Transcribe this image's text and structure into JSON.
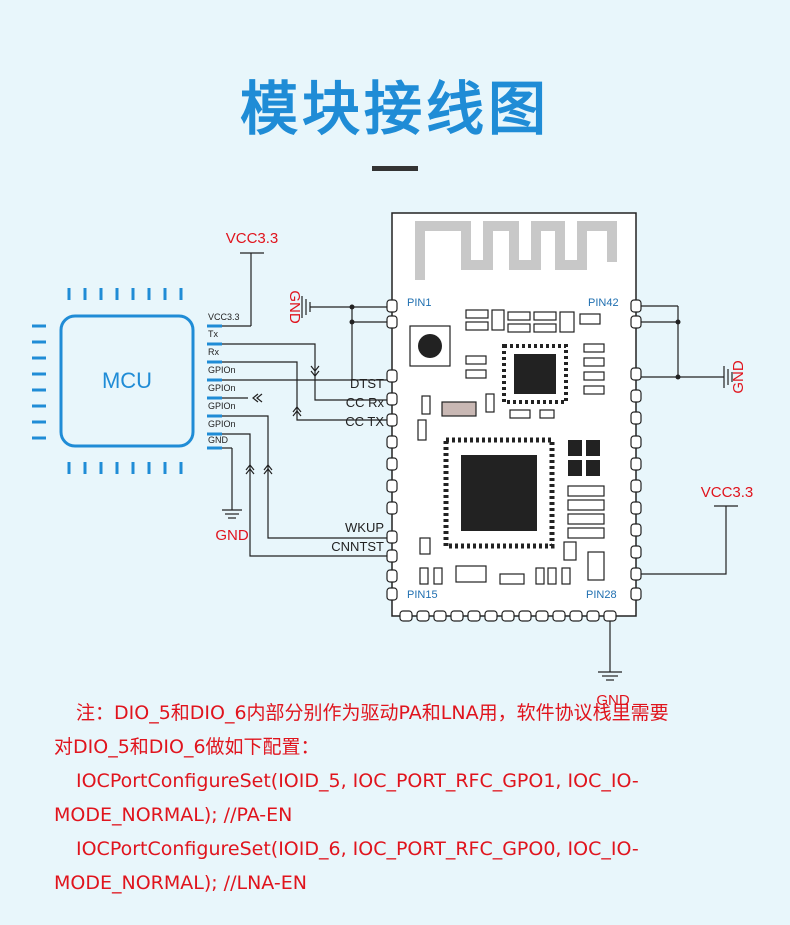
{
  "header": {
    "title": "模块接线图"
  },
  "diagram": {
    "mcu_label": "MCU",
    "mcu_pins": [
      "VCC3.3",
      "Tx",
      "Rx",
      "GPIOn",
      "GPIOn",
      "GPIOn",
      "GPIOn",
      "GND"
    ],
    "vcc_top": "VCC3.3",
    "vcc_right": "VCC3.3",
    "gnd_left": "GND",
    "gnd_top": "GND",
    "gnd_right": "GND",
    "gnd_bottom": "GND",
    "module_pins": {
      "pin1": "PIN1",
      "pin42": "PIN42",
      "pin15": "PIN15",
      "pin28": "PIN28",
      "dtst": "DTST",
      "cc_rx": "CC Rx",
      "cc_tx": "CC TX",
      "wkup": "WKUP",
      "cnntst": "CNNTST"
    }
  },
  "note": {
    "line1": "注：DIO_5和DIO_6内部分别作为驱动PA和LNA用，软件协议栈里需要",
    "line2": "对DIO_5和DIO_6做如下配置：",
    "line3": "IOCPortConfigureSet(IOID_5, IOC_PORT_RFC_GPO1, IOC_IO-",
    "line4": "MODE_NORMAL); //PA-EN",
    "line5": "IOCPortConfigureSet(IOID_6, IOC_PORT_RFC_GPO0, IOC_IO-",
    "line6": "MODE_NORMAL); //LNA-EN"
  },
  "colors": {
    "accent": "#1f8cd6",
    "red": "#e0141d",
    "line": "#222222"
  }
}
